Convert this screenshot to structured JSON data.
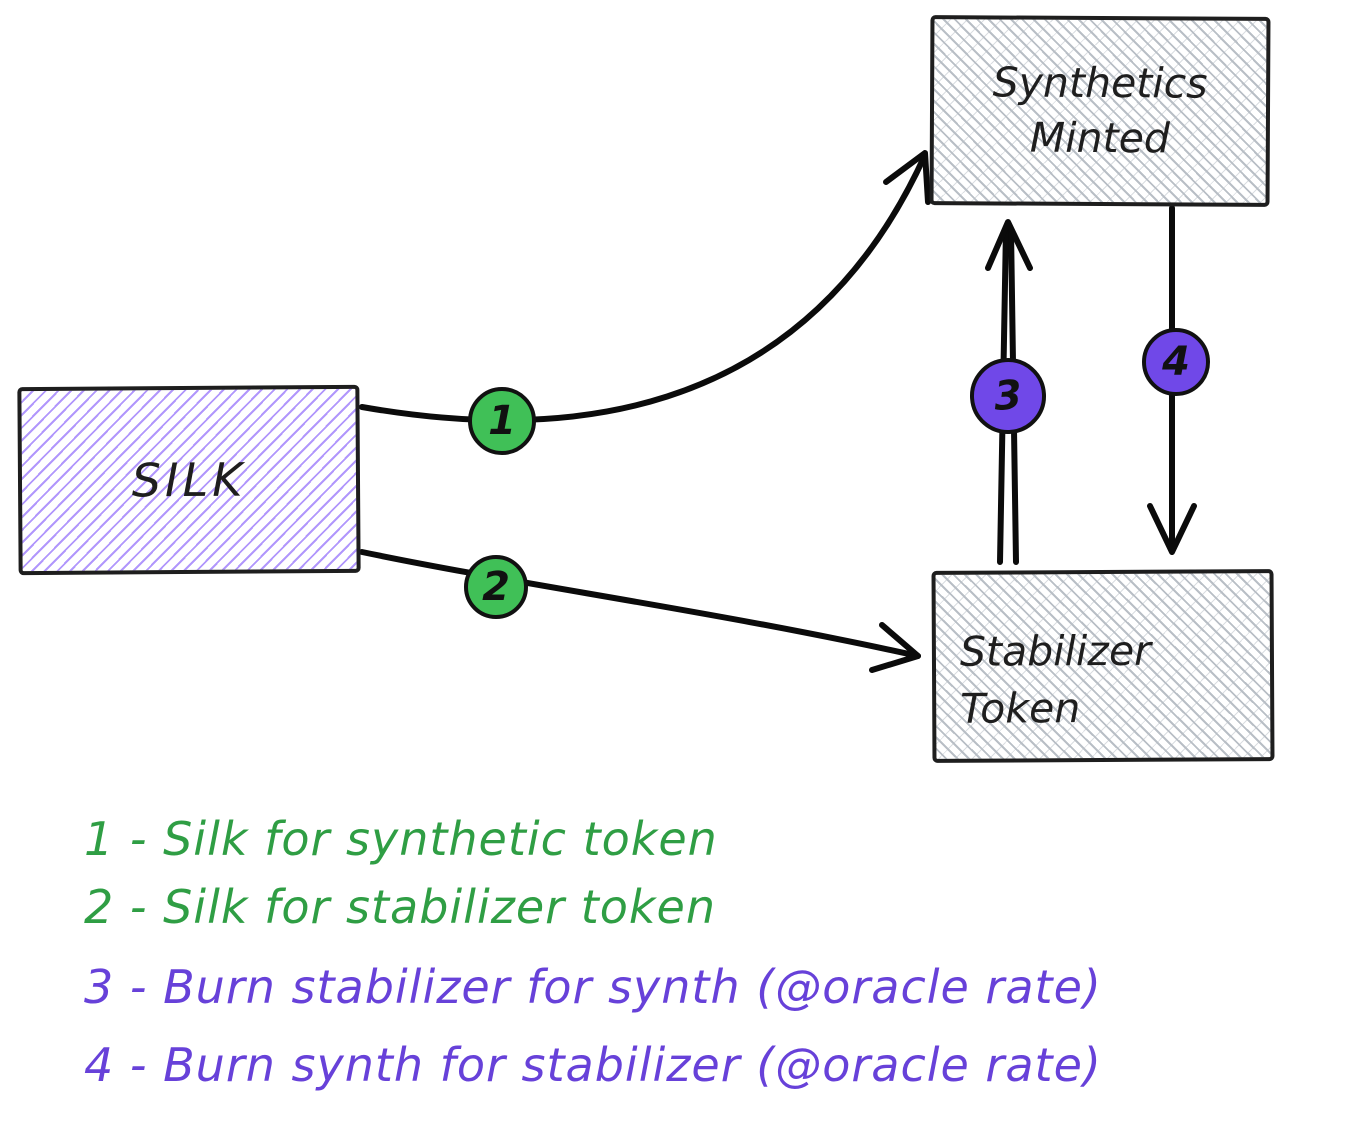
{
  "nodes": {
    "silk": {
      "label": "SILK"
    },
    "synthetics": {
      "line1": "Synthetics",
      "line2": "Minted"
    },
    "stabilizer": {
      "line1": "Stabilizer",
      "line2": "Token"
    }
  },
  "badges": [
    {
      "num": "1",
      "color": "#40c057"
    },
    {
      "num": "2",
      "color": "#40c057"
    },
    {
      "num": "3",
      "color": "#7048e8"
    },
    {
      "num": "4",
      "color": "#7048e8"
    }
  ],
  "legend": [
    {
      "text": "1 - Silk for synthetic token",
      "color": "#2f9e44"
    },
    {
      "text": "2 - Silk for stabilizer token",
      "color": "#2f9e44"
    },
    {
      "text": "3 - Burn stabilizer for synth (@oracle rate)",
      "color": "#6741d9"
    },
    {
      "text": "4 - Burn synth for stabilizer (@oracle rate)",
      "color": "#6741d9"
    }
  ],
  "colors": {
    "background": "#ffffff",
    "stroke": "#1e1e1e",
    "green_badge": "#40c057",
    "purple_badge": "#7048e8",
    "green_text": "#2f9e44",
    "purple_text": "#6741d9",
    "silk_hatch": "#b197fc",
    "gray_hatch": "#adb5bd"
  }
}
